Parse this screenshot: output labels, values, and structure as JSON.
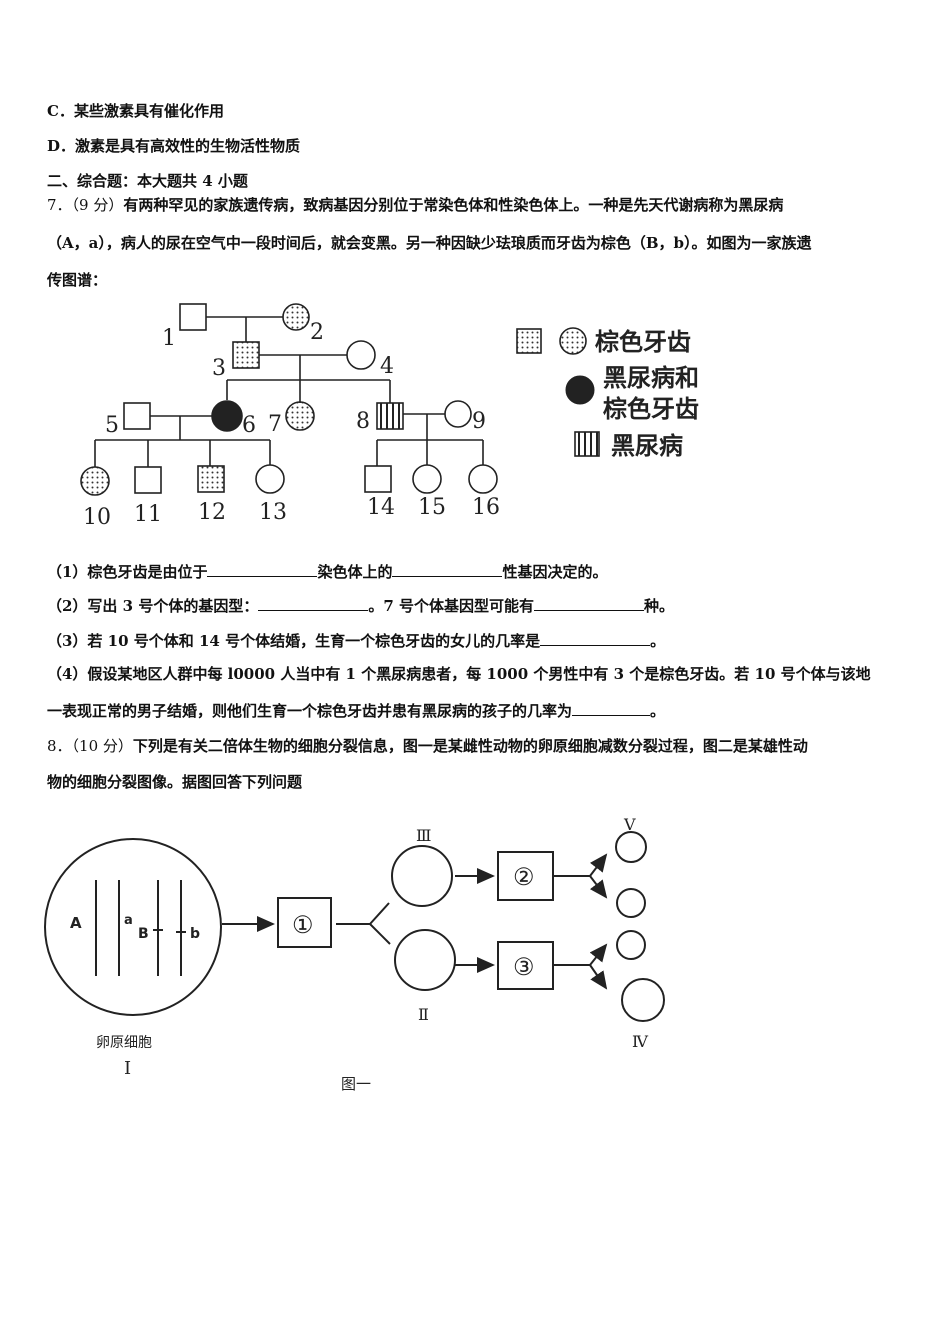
{
  "options": {
    "c": "C．某些激素具有催化作用",
    "d": "D．激素是具有高效性的生物活性物质"
  },
  "section_heading": "二、综合题：本大题共 4 小题",
  "q7": {
    "number": "7．（9 分）",
    "text_line1": "有两种罕见的家族遗传病，致病基因分别位于常染色体和性染色体上。一种是先天代谢病称为黑尿病",
    "text_line2": "（A，a），病人的尿在空气中一段时间后，就会变黑。另一种因缺少珐琅质而牙齿为棕色（B，b）。如图为一家族遗",
    "text_line3": "传图谱：",
    "pedigree": {
      "labels": [
        "1",
        "2",
        "3",
        "4",
        "5",
        "6",
        "7",
        "8",
        "9",
        "10",
        "11",
        "12",
        "13",
        "14",
        "15",
        "16"
      ],
      "legend": {
        "brown_teeth": "棕色牙齿",
        "both_line1": "黑尿病和",
        "both_line2": "棕色牙齿",
        "alkaptonuria": "黑尿病"
      }
    },
    "sub1": {
      "a": "（1）棕色牙齿是由位于",
      "b": "染色体上的",
      "c": "性基因决定的。"
    },
    "sub2": {
      "a": "（2）写出 3 号个体的基因型：",
      "b": "。7 号个体基因型可能有",
      "c": "种。"
    },
    "sub3": {
      "a": "（3）若 10 号个体和 14 号个体结婚，生育一个棕色牙齿的女儿的几率是",
      "b": "。"
    },
    "sub4": {
      "line1": "（4）假设某地区人群中每 l0000 人当中有 1 个黑尿病患者，每 1000 个男性中有 3 个是棕色牙齿。若 10 号个体与该地",
      "line2a": "一表现正常的男子结婚，则他们生育一个棕色牙齿并患有黑尿病的孩子的几率为",
      "line2b": "。"
    }
  },
  "q8": {
    "number": "8．（10 分）",
    "text_line1": "下列是有关二倍体生物的细胞分裂信息，图一是某雌性动物的卵原细胞减数分裂过程，图二是某雄性动",
    "text_line2": "物的细胞分裂图像。据图回答下列问题",
    "figure": {
      "genes": [
        "A",
        "a",
        "B",
        "b"
      ],
      "steps": [
        "①",
        "②",
        "③"
      ],
      "cells": [
        "Ⅰ",
        "Ⅱ",
        "Ⅲ",
        "Ⅳ",
        "Ⅴ"
      ],
      "cell_name": "卵原细胞",
      "caption": "图一"
    }
  }
}
